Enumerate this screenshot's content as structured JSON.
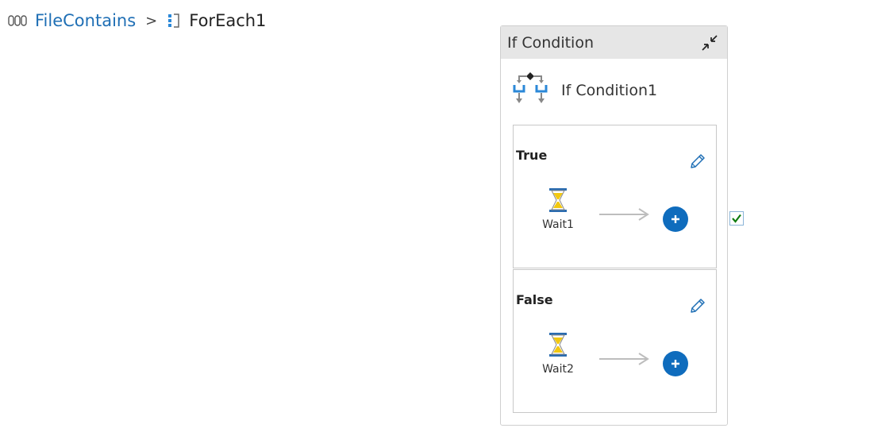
{
  "breadcrumb": {
    "pipeline_icon": "pipeline-icon",
    "pipeline_name": "FileContains",
    "separator": ">",
    "foreach_icon": "foreach-icon",
    "current": "ForEach1"
  },
  "if_condition": {
    "header_title": "If Condition",
    "collapse_icon": "collapse-icon",
    "activity_icon": "if-condition-icon",
    "activity_name": "If Condition1",
    "branches": [
      {
        "label": "True",
        "edit_icon": "pencil-icon",
        "activity": {
          "icon": "hourglass-icon",
          "name": "Wait1"
        },
        "add_icon": "plus-icon"
      },
      {
        "label": "False",
        "edit_icon": "pencil-icon",
        "activity": {
          "icon": "hourglass-icon",
          "name": "Wait2"
        },
        "add_icon": "plus-icon"
      }
    ]
  },
  "status_checkbox": {
    "checked": true,
    "icon": "checkmark-icon"
  },
  "colors": {
    "link": "#1f6fb5",
    "accent": "#0f6cbd",
    "header_bg": "#e6e6e6",
    "success": "#107c10"
  }
}
